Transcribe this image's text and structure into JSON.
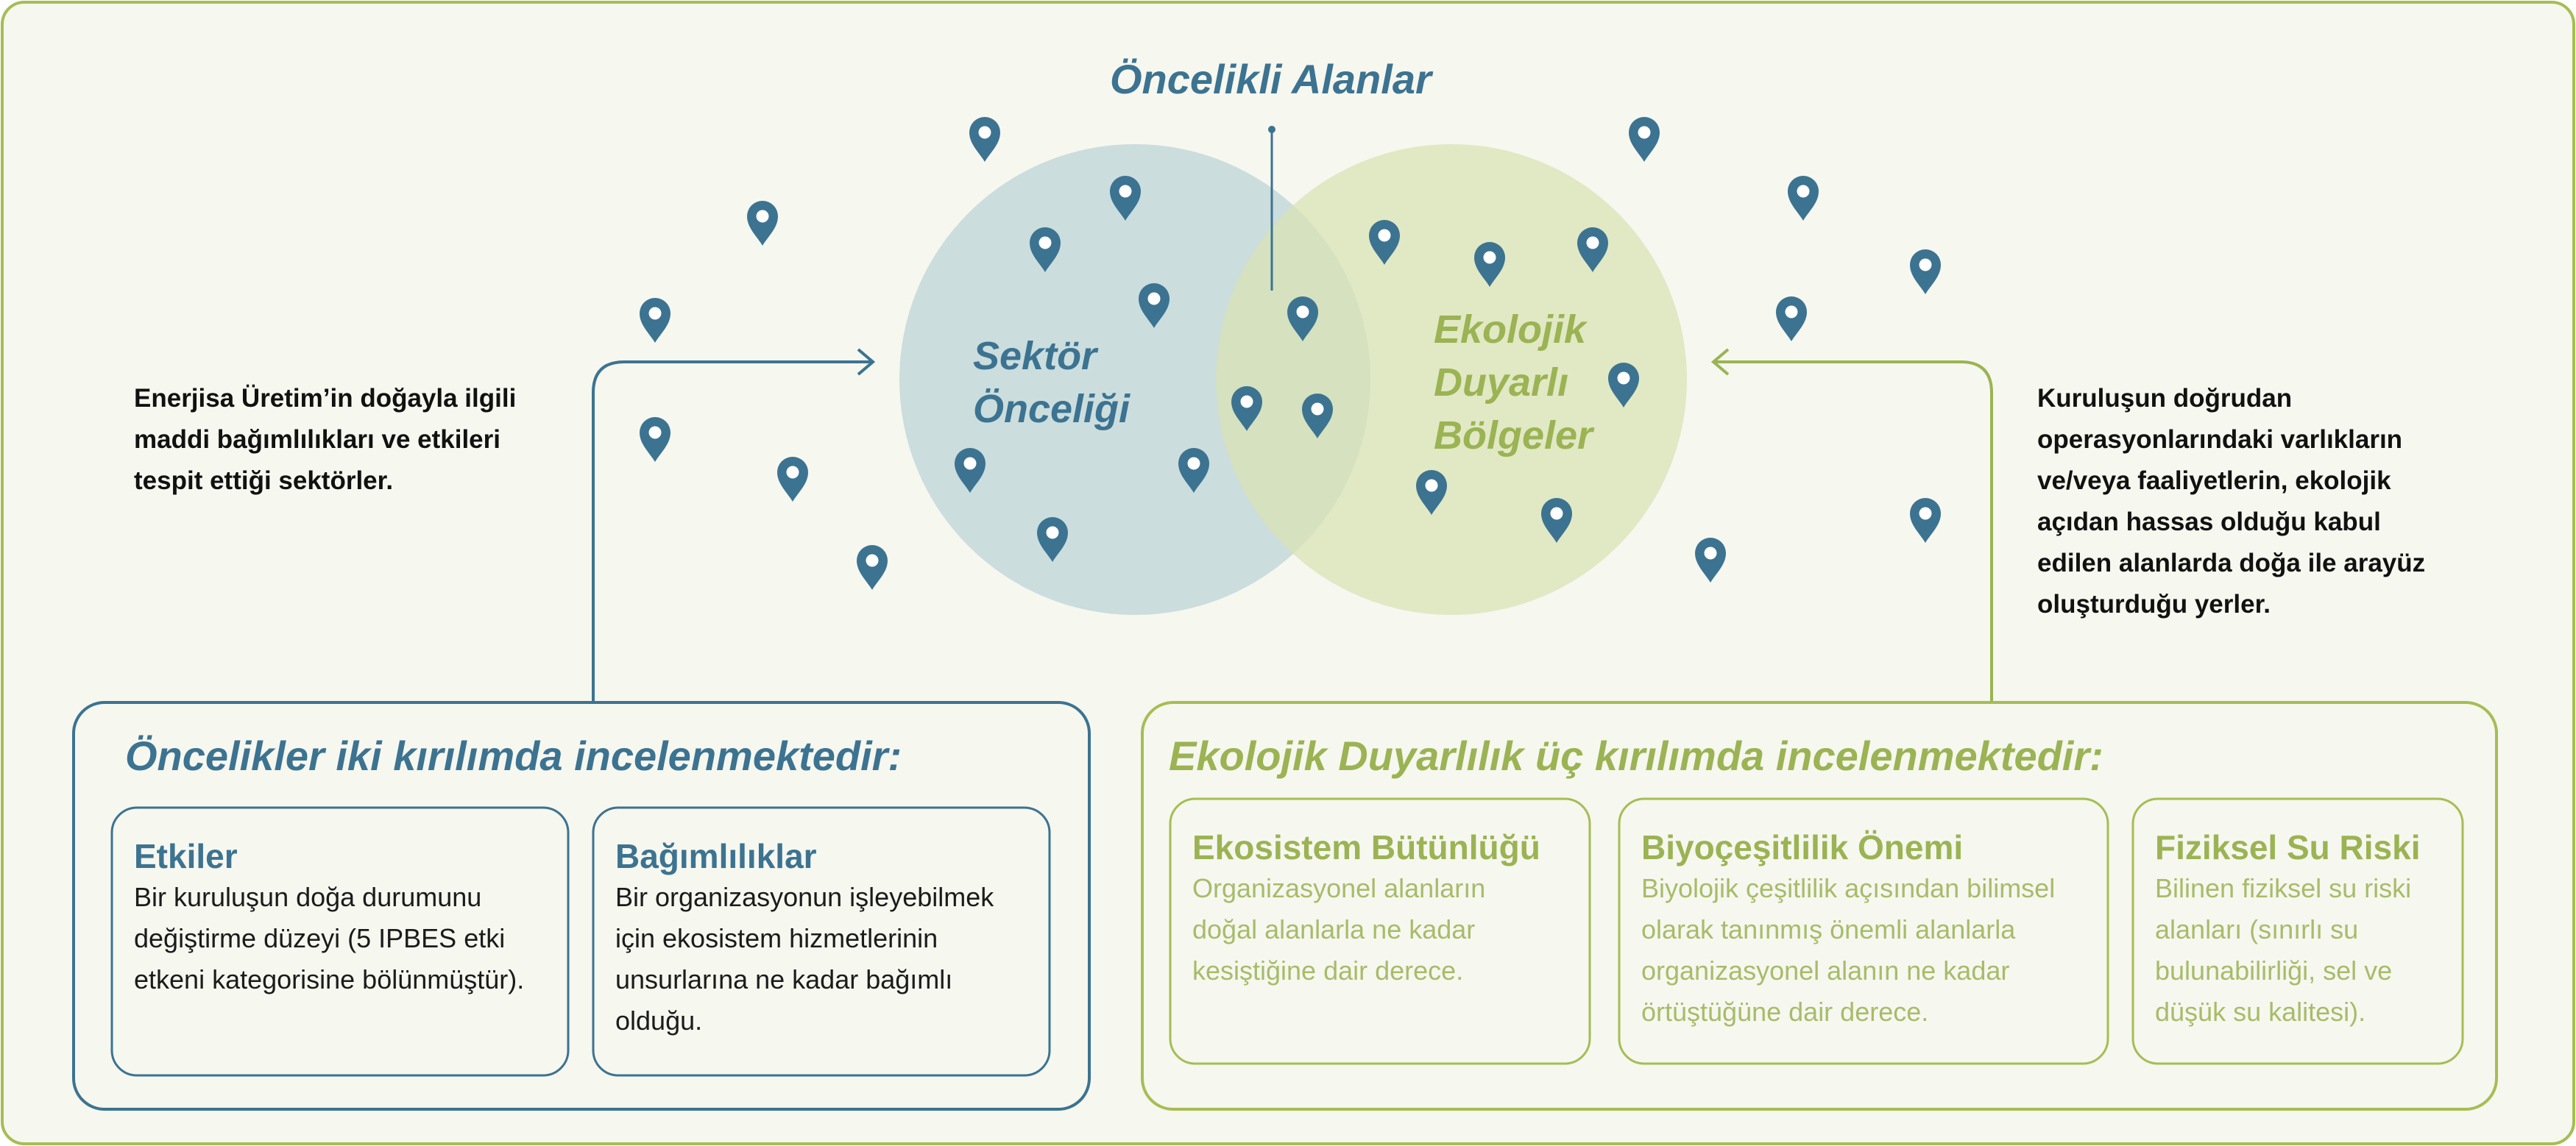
{
  "center_title": "Öncelikli Alanlar",
  "left_circle": {
    "line1": "Sektör",
    "line2": "Önceliği"
  },
  "right_circle": {
    "line1": "Ekolojik",
    "line2": "Duyarlı",
    "line3": "Bölgeler"
  },
  "left_intro": "Enerjisa Üretim’in doğayla ilgili maddi bağımlılıkları ve etkileri tespit ettiği sektörler.",
  "right_intro": "Kuruluşun doğrudan operasyonlarındaki varlıkların ve/veya faaliyetlerin, ekolojik açıdan hassas olduğu kabul edilen alanlarda doğa ile arayüz oluşturduğu yerler.",
  "left_panel": {
    "title": "Öncelikler iki kırılımda incelenmektedir:",
    "cards": [
      {
        "heading": "Etkiler",
        "body": "Bir kuruluşun doğa durumunu değiştirme düzeyi (5 IPBES etki etkeni kategorisine bölünmüştür)."
      },
      {
        "heading": "Bağımlılıklar",
        "body": "Bir organizasyonun işleyebilmek için ekosistem hizmetlerinin unsurlarına ne kadar bağımlı olduğu."
      }
    ]
  },
  "right_panel": {
    "title": "Ekolojik Duyarlılık üç kırılımda incelenmektedir:",
    "cards": [
      {
        "heading": "Ekosistem Bütünlüğü",
        "body": "Organizasyonel alanların doğal alanlarla ne kadar kesiştiğine dair derece."
      },
      {
        "heading": "Biyoçeşitlilik Önemi",
        "body": "Biyolojik çeşitlilik açısından bilimsel olarak tanınmış önemli alanlarla organizasyonel alanın ne kadar örtüştüğüne dair derece."
      },
      {
        "heading": "Fiziksel Su Riski",
        "body": "Bilinen fiziksel su riski alanları (sınırlı su bulunabilirliği, sel ve düşük su kalitesi)."
      }
    ]
  },
  "colors": {
    "blue": "#3c7391",
    "green": "#9bb353",
    "frame": "#a6bd54",
    "background": "#f6f7ef",
    "circle_blue": "#b9d1d6",
    "circle_green": "#d8e2b3"
  },
  "icons": [
    "location-pin-icon",
    "arrow-right-icon",
    "arrow-left-icon"
  ]
}
